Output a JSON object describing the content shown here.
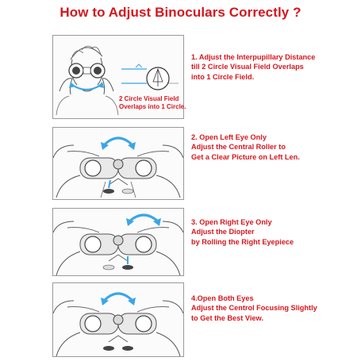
{
  "title": "How to Adjust Binoculars Correctly ?",
  "colors": {
    "accent": "#d6161e",
    "arrow": "#3aa6e6",
    "line": "#555555"
  },
  "steps": [
    {
      "lines": [
        "1. Adjust the Interpupillary Distance",
        "till 2 Circle Visual Field Overlaps",
        "into 1 Circle Field."
      ],
      "panel_caption": [
        "2 Circle Visual Field",
        "Overlaps into 1 Circle."
      ],
      "icons": [
        "person-with-binoculars-icon",
        "double-arrow-icon",
        "circle-field-icon"
      ]
    },
    {
      "lines": [
        "2. Open Left Eye Only",
        "Adjust the Central Roller to",
        "Get a Clear Picture on Left Len."
      ],
      "icons": [
        "binoculars-icon",
        "rotate-arrow-icon"
      ]
    },
    {
      "lines": [
        "3. Open Right Eye Only",
        "Adjust the Diopter",
        "by Rolling the Right Eyepiece"
      ],
      "icons": [
        "binoculars-icon",
        "rotate-arrow-icon"
      ]
    },
    {
      "lines": [
        "4.Open Both Eyes",
        "Adjust the Centrol Focusing Slightly",
        "to Get the Best View."
      ],
      "icons": [
        "binoculars-icon",
        "rotate-arrow-icon"
      ]
    }
  ]
}
